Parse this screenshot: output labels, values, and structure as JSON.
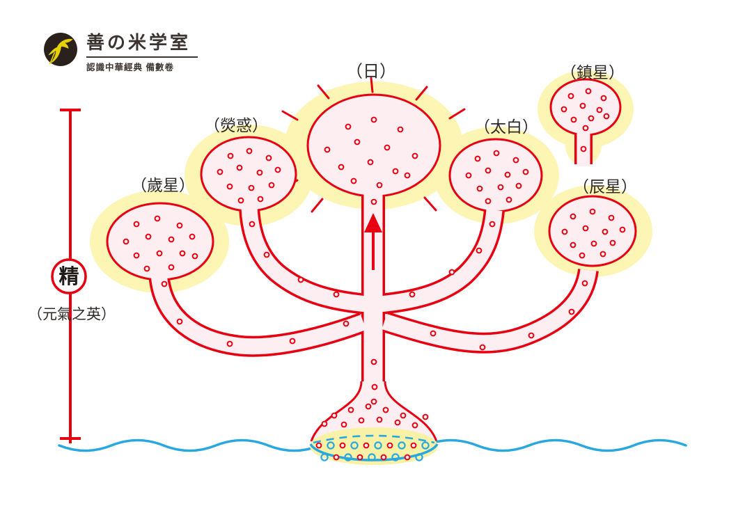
{
  "logo": {
    "brand": "善の米学室",
    "subtitle": "認識中華經典 備數卷"
  },
  "measure": {
    "symbol": "精",
    "note": "（元氣之英）"
  },
  "nodes": {
    "sun": "（日）",
    "mars": "（熒惑）",
    "jupiter": "（歲星）",
    "venus": "（太白）",
    "saturn": "（鎮星）",
    "mercury": "（辰星）"
  },
  "colors": {
    "red": "#e60012",
    "glow_yellow": "#fcf5b4",
    "tube_fill": "#fdeff1",
    "water_blue": "#29a8e0",
    "water_yellow": "#f8f1a6",
    "logo_dark": "#2a211c",
    "bird_yellow": "#e6d200",
    "text": "#2f2a28"
  }
}
